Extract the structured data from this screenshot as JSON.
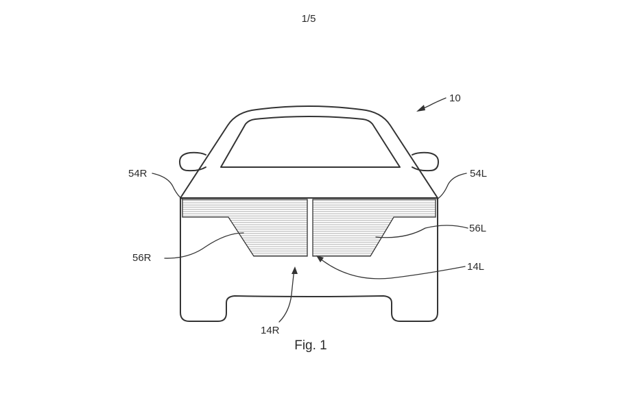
{
  "page_number": "1/5",
  "figure_caption": "Fig. 1",
  "reference_numerals": {
    "vehicle": "10",
    "upper_right": "54R",
    "upper_left": "54L",
    "lower_right": "56R",
    "lower_left": "56L",
    "grille_right": "14R",
    "grille_left": "14L"
  }
}
